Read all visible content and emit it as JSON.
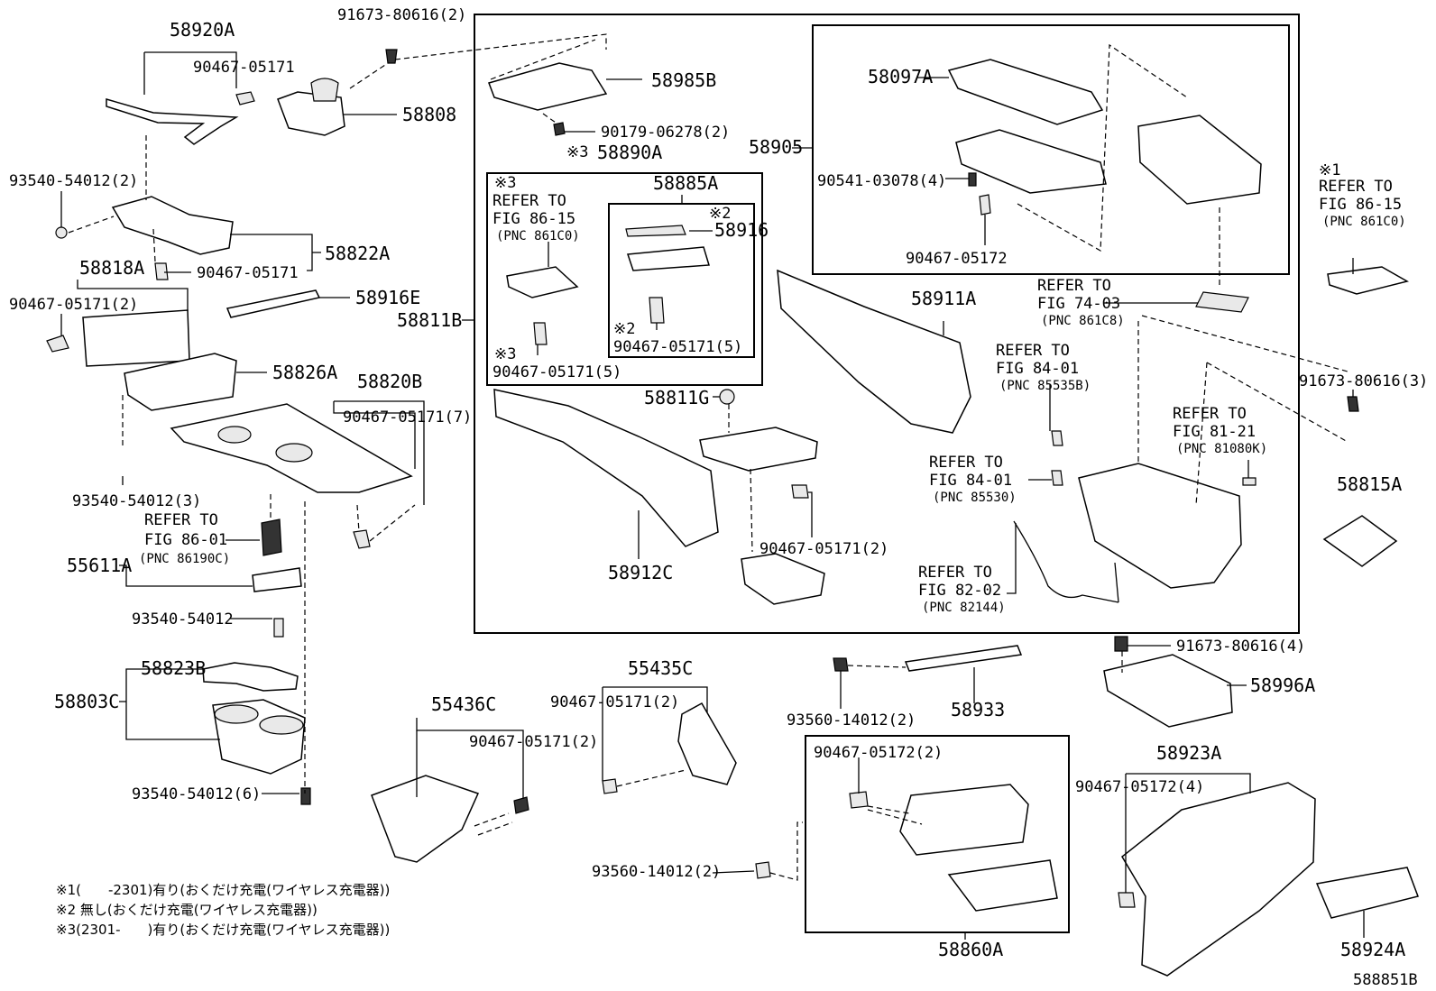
{
  "diagram_id": "588851B",
  "frames": {
    "main_group": "58811B",
    "box_58905": "58905",
    "box_58890A": "58890A",
    "box_58885A": "58885A",
    "box_58860A": "58860A"
  },
  "labels": {
    "p58920A": "58920A",
    "p90467_05171_a": "90467-05171",
    "p91673_80616_2": "91673-80616(2)",
    "p58808": "58808",
    "p93540_54012_2": "93540-54012(2)",
    "p58822A": "58822A",
    "p58818A": "58818A",
    "p90467_05171_b": "90467-05171",
    "p90467_05171_2a": "90467-05171(2)",
    "p58916E": "58916E",
    "p58811B": "58811B",
    "p58826A": "58826A",
    "p58820B": "58820B",
    "p90467_05171_7": "90467-05171(7)",
    "p93540_54012_3": "93540-54012(3)",
    "p55611A": "55611A",
    "p93540_54012": "93540-54012",
    "p58823B": "58823B",
    "p58803C": "58803C",
    "p93540_54012_6": "93540-54012(6)",
    "p55436C": "55436C",
    "p90467_05171_2b": "90467-05171(2)",
    "p55435C": "55435C",
    "p90467_05171_2c": "90467-05171(2)",
    "p93560_14012_2a": "93560-14012(2)",
    "p58985B": "58985B",
    "p90179_06278_2": "90179-06278(2)",
    "p58890A_mark": "※3",
    "p58890A": "58890A",
    "p58885A": "58885A",
    "p58916_mark": "※2",
    "p58916": "58916",
    "p90467_05171_5a_mark": "※3",
    "p90467_05171_5a": "90467-05171(5)",
    "p90467_05171_5b_mark": "※2",
    "p90467_05171_5b": "90467-05171(5)",
    "p58811G": "58811G",
    "p58912C": "58912C",
    "p90467_05171_2d": "90467-05171(2)",
    "p58097A": "58097A",
    "p58905": "58905",
    "p90541_03078_4": "90541-03078(4)",
    "p90467_05172": "90467-05172",
    "p58911A": "58911A",
    "p91673_80616_3": "91673-80616(3)",
    "p58815A": "58815A",
    "p58933": "58933",
    "p93560_14012_2b": "93560-14012(2)",
    "p91673_80616_4": "91673-80616(4)",
    "p58996A": "58996A",
    "p58923A": "58923A",
    "p90467_05172_4": "90467-05172(4)",
    "p90467_05172_2": "90467-05172(2)",
    "p58860A": "58860A",
    "p58924A": "58924A"
  },
  "refs": {
    "r86_01": {
      "l1": "REFER TO",
      "l2": "FIG 86-01",
      "l3": "(PNC 86190C)"
    },
    "r86_15a": {
      "mark": "※3",
      "l1": "REFER TO",
      "l2": "FIG 86-15",
      "l3": "(PNC 861C0)"
    },
    "r86_15b": {
      "mark": "※1",
      "l1": "REFER TO",
      "l2": "FIG 86-15",
      "l3": "(PNC 861C0)"
    },
    "r74_03": {
      "l1": "REFER TO",
      "l2": "FIG 74-03",
      "l3": "(PNC 861C8)"
    },
    "r84_01a": {
      "l1": "REFER TO",
      "l2": "FIG 84-01",
      "l3": "(PNC 85535B)"
    },
    "r84_01b": {
      "l1": "REFER TO",
      "l2": "FIG 84-01",
      "l3": "(PNC 85530)"
    },
    "r81_21": {
      "l1": "REFER TO",
      "l2": "FIG 81-21",
      "l3": "(PNC 81080K)"
    },
    "r82_02": {
      "l1": "REFER TO",
      "l2": "FIG 82-02",
      "l3": "(PNC 82144)"
    }
  },
  "notes": [
    "※1(　　-2301)有り(おくだけ充電(ワイヤレス充電器))",
    "※2 無し(おくだけ充電(ワイヤレス充電器))",
    "※3(2301-　　)有り(おくだけ充電(ワイヤレス充電器))"
  ]
}
